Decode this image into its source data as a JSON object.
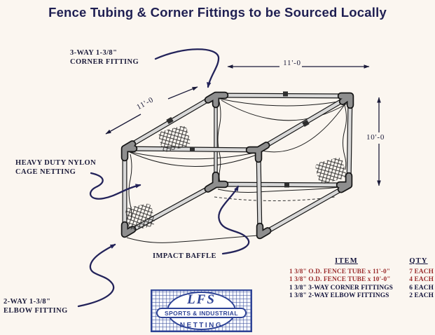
{
  "title": "Fence Tubing & Corner Fittings to be Sourced Locally",
  "diagram": {
    "corner_fitting_label_line1": "3-WAY 1-3/8\"",
    "corner_fitting_label_line2": "CORNER FITTING",
    "netting_label_line1": "HEAVY DUTY NYLON",
    "netting_label_line2": "CAGE NETTING",
    "impact_baffle_label": "IMPACT BAFFLE",
    "elbow_fitting_label_line1": "2-WAY 1-3/8\"",
    "elbow_fitting_label_line2": "ELBOW FITTING",
    "dimensions": {
      "top_width": "11'-0",
      "side_depth": "11'-0",
      "height": "10'-0"
    }
  },
  "parts_table": {
    "header_item": "ITEM",
    "header_qty": "QTY",
    "rows": [
      {
        "item": "1 3/8\" O.D. FENCE TUBE x 11'-0\"",
        "qty": "7 EACH"
      },
      {
        "item": "1 3/8\" O.D. FENCE TUBE x 10'-0\"",
        "qty": "4 EACH"
      },
      {
        "item": "1 3/8\" 3-WAY CORNER FITTINGS",
        "qty": "6 EACH"
      },
      {
        "item": "1 3/8\" 2-WAY ELBOW FITTINGS",
        "qty": "2 EACH"
      }
    ]
  },
  "logo": {
    "name": "LFS",
    "line2": "SPORTS & INDUSTRIAL",
    "line3": "NETTING"
  },
  "colors": {
    "title_navy": "#1f1f52",
    "label_navy": "#1b1b3a",
    "arrow_navy": "#23235a",
    "table_red": "#9c2f2f",
    "logo_blue": "#2e4396",
    "tube_gray": "#d8d8d8",
    "fitting_gray": "#8e8e8e",
    "background_cream": "#fbf6f0"
  }
}
